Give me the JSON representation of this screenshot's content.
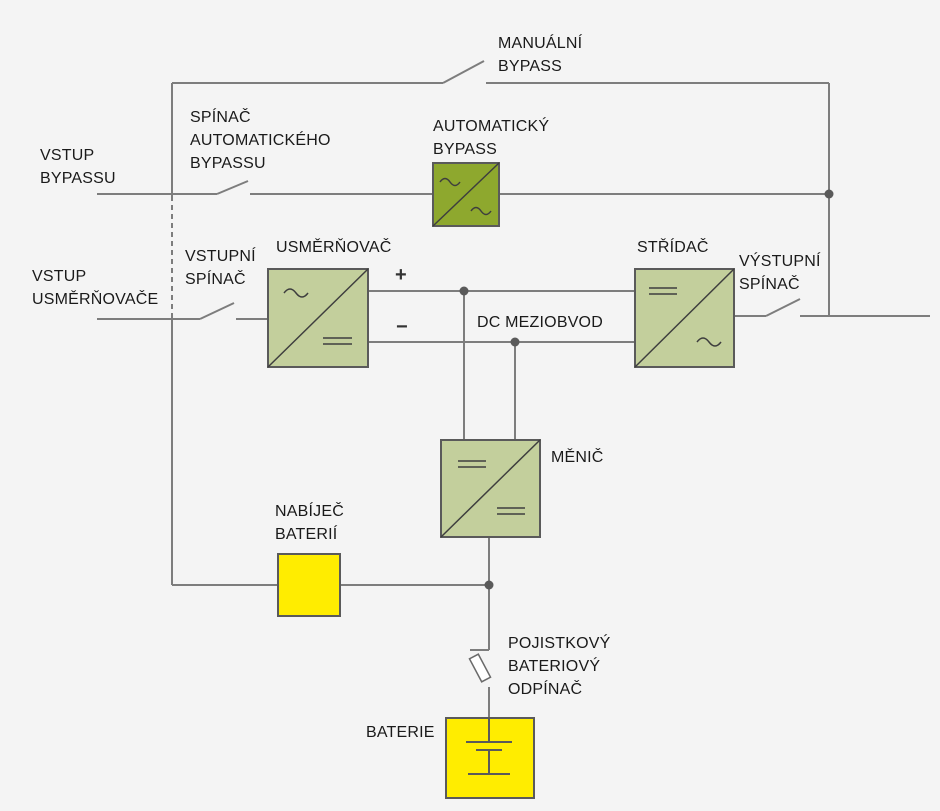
{
  "labels": {
    "manual_bypass": [
      "MANUÁLNÍ",
      "BYPASS"
    ],
    "auto_bypass_switch": [
      "SPÍNAČ",
      "AUTOMATICKÉHO",
      "BYPASSU"
    ],
    "auto_bypass": [
      "AUTOMATICKÝ",
      "BYPASS"
    ],
    "bypass_input": [
      "VSTUP",
      "BYPASSU"
    ],
    "rectifier_input": [
      "VSTUP",
      "USMĚRŇOVAČE"
    ],
    "input_switch": [
      "VSTUPNÍ",
      "SPÍNAČ"
    ],
    "rectifier": [
      "USMĚRŇOVAČ"
    ],
    "inverter": [
      "STŘÍDAČ"
    ],
    "output_switch": [
      "VÝSTUPNÍ",
      "SPÍNAČ"
    ],
    "dc_link": [
      "DC MEZIOBVOD"
    ],
    "converter": [
      "MĚNIČ"
    ],
    "charger": [
      "NABÍJEČ",
      "BATERIÍ"
    ],
    "fuse": [
      "POJISTKOVÝ",
      "BATERIOVÝ",
      "ODPÍNAČ"
    ],
    "battery": [
      "BATERIE"
    ]
  },
  "signs": {
    "plus": "+",
    "minus": "−"
  },
  "colors": {
    "line": "#7d7d7d",
    "block_fill": "#c3cf9c",
    "block_border": "#5a5a5a",
    "bypass_fill": "#8ea82e",
    "yellow": "#ffed00",
    "background": "#f4f4f4"
  }
}
